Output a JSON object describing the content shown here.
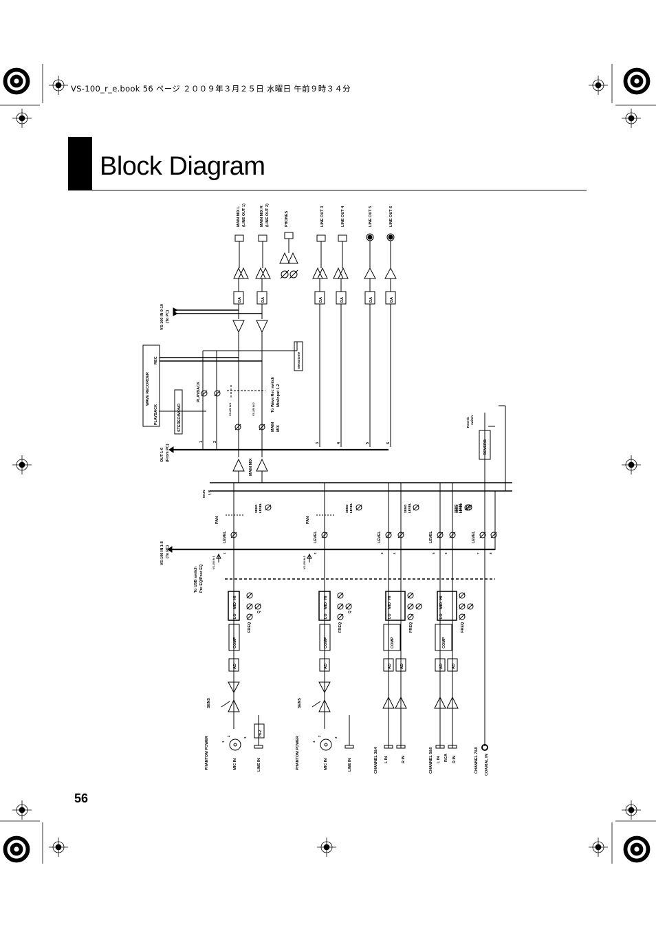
{
  "header": {
    "file_line": "VS-100_r_e.book  56 ページ  ２００９年３月２５日  水曜日  午前９時３４分"
  },
  "title": "Block Diagram",
  "page_number": "56",
  "diagram": {
    "outputs_top": [
      "MAIN MIX L",
      "(LINE OUT 1)",
      "MAIN MIX R",
      "(LINE OUT 2)",
      "PHONES",
      "LINE OUT 3",
      "LINE OUT 4",
      "LINE OUT 5",
      "LINE OUT 6"
    ],
    "da": "DA",
    "ad": "AD",
    "comp": "COMP",
    "eq": {
      "lo": "LO",
      "mid": "MID",
      "hi": "HI",
      "freq": "FREQ",
      "q": "Q"
    },
    "vs_in_9_10": [
      "VS-100 IN 9-10",
      "(To PC)"
    ],
    "wave_recorder": "WAVE RECORDER",
    "rec": "REC",
    "playback": "PLAYBACK",
    "stereo_mono": "STEREO/MONO",
    "metronome": "Metronome",
    "wave_rec_switch": [
      "To Wave Rec switch",
      "Mix/Input 1-2"
    ],
    "vs_in_1": "VS-100 IN 1",
    "vs_in_2": "VS-100 IN 2",
    "main_mix_label": [
      "MAIN",
      "MIX"
    ],
    "out_1_6": [
      "OUT 1-6",
      "(From PC)"
    ],
    "main_mix": "MAIN MIX",
    "main_lr": [
      "MAIN",
      "L  R"
    ],
    "reverb_switch": [
      "Reverb",
      "switch"
    ],
    "reverb": "REVERB",
    "send_level": [
      "SEND",
      "LEVEL"
    ],
    "pan": "PAN",
    "level": "LEVEL",
    "vs_in_1_8": [
      "VS-100 IN 1-8",
      "(To PC)"
    ],
    "usb_switch": [
      "To USB switch",
      "Pre EQ/Post EQ"
    ],
    "sens": "SENS",
    "phantom_power": "PHANTOM POWER",
    "mic_in": "MIC IN",
    "line_in": "LINE IN",
    "hiz": "Hi-Z",
    "channel_3_4": "CHANNEL 3&4",
    "channel_5_6": "CHANNEL 5&6",
    "channel_7_8": "CHANNEL 7&8",
    "l_in": "L IN",
    "r_in": "R IN",
    "rca": "RCA",
    "coaxial_in": "COAXIAL IN",
    "ch_nums": [
      "1",
      "2",
      "3",
      "4",
      "5",
      "6",
      "7",
      "8"
    ],
    "xlr_pins": [
      "1",
      "2",
      "3"
    ]
  }
}
